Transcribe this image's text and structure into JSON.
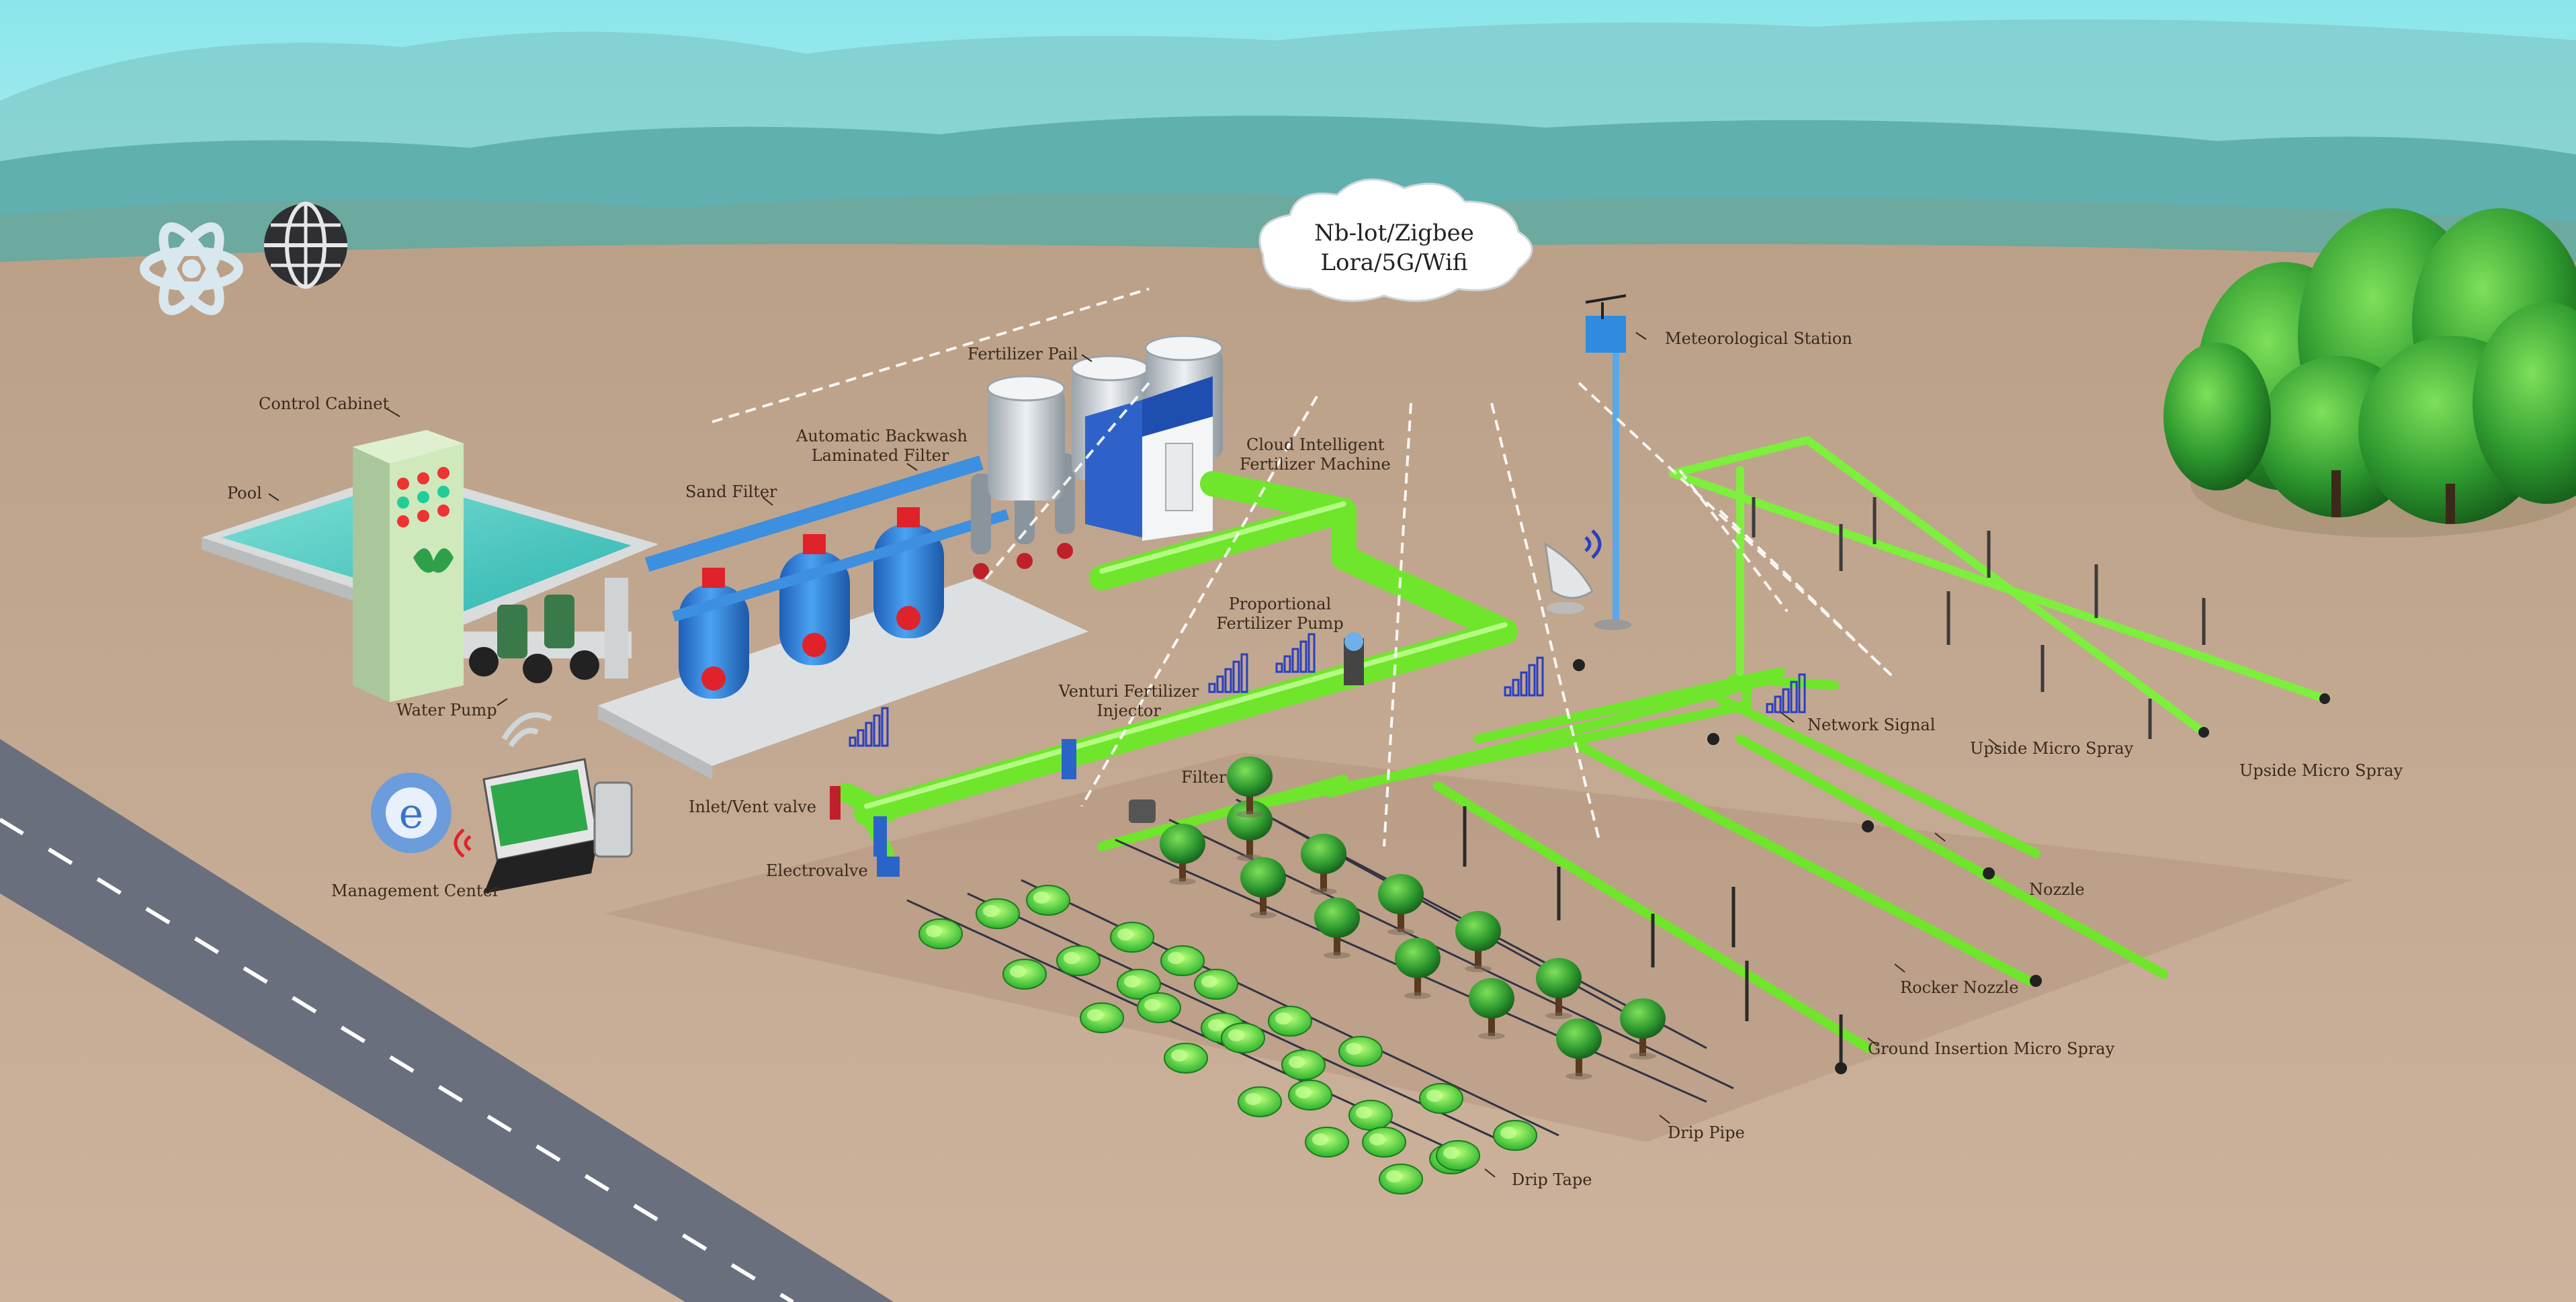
{
  "cloud": {
    "line1": "Nb-lot/Zigbee",
    "line2": "Lora/5G/Wifi"
  },
  "labels": {
    "control_cabinet": "Control Cabinet",
    "pool": "Pool",
    "water_pump": "Water Pump",
    "sand_filter": "Sand Filter",
    "auto_backwash_1": "Automatic Backwash",
    "auto_backwash_2": "Laminated Filter",
    "fertilizer_pail": "Fertilizer Pail",
    "cloud_machine_1": "Cloud Intelligent",
    "cloud_machine_2": "Fertilizer Machine",
    "meteorological_station": "Meteorological Station",
    "proportional_pump_1": "Proportional",
    "proportional_pump_2": "Fertilizer Pump",
    "venturi_1": "Venturi Fertilizer",
    "venturi_2": "Injector",
    "filter": "Filter",
    "inlet_vent_valve": "Inlet/Vent valve",
    "electrovalve": "Electrovalve",
    "management_center": "Management Center",
    "network_signal": "Network Signal",
    "upside_micro_spray_1": "Upside Micro Spray",
    "upside_micro_spray_2": "Upside Micro Spray",
    "nozzle": "Nozzle",
    "rocker_nozzle": "Rocker Nozzle",
    "ground_insertion_micro_spray": "Ground Insertion Micro Spray",
    "drip_pipe": "Drip Pipe",
    "drip_tape": "Drip Tape"
  },
  "colors": {
    "sky": "#8fdde0",
    "mountain": "#5fb3b2",
    "ground": "#c4a991",
    "pipe_green": "#7cf03c",
    "tank_blue": "#3d8fe0",
    "valve_red": "#e0222a",
    "road": "#6a6f7e"
  }
}
